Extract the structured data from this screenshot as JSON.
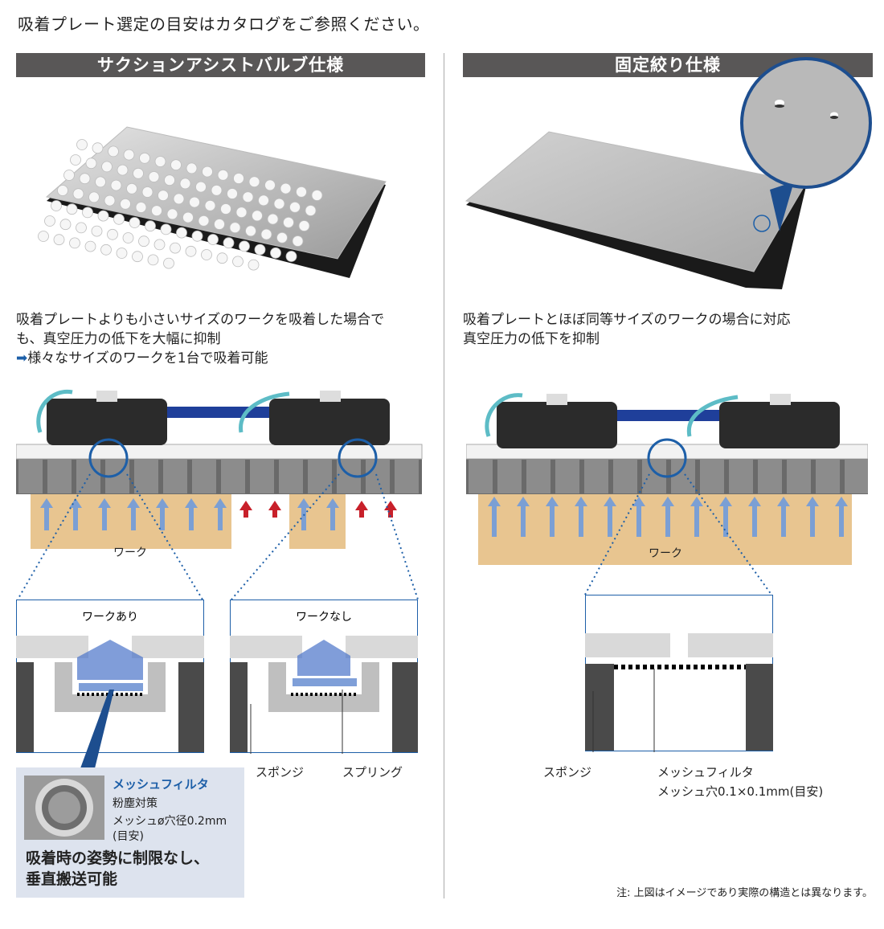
{
  "top_note": "吸着プレート選定の目安はカタログをご参照ください。",
  "left": {
    "header": "サクションアシストバルブ仕様",
    "desc_line1": "吸着プレートよりも小さいサイズのワークを吸着した場合で",
    "desc_line2": "も、真空圧力の低下を大幅に抑制",
    "desc_arrow": "➡",
    "desc_line3": "様々なサイズのワークを1台で吸着可能",
    "work_label": "ワーク",
    "box_with_work": "ワークあり",
    "box_without_work": "ワークなし",
    "sponge_label": "スポンジ",
    "spring_label": "スプリング",
    "callout": {
      "title": "メッシュフィルタ",
      "line1": "粉塵対策",
      "line2": "メッシュø穴径0.2mm",
      "line3": "(目安)",
      "big1": "吸着時の姿勢に制限なし、",
      "big2": "垂直搬送可能"
    }
  },
  "right": {
    "header": "固定絞り仕様",
    "desc_line1": "吸着プレートとほぼ同等サイズのワークの場合に対応",
    "desc_line2": "真空圧力の低下を抑制",
    "work_label": "ワーク",
    "sponge_label": "スポンジ",
    "mesh_label": "メッシュフィルタ",
    "mesh_size": "メッシュ穴0.1×0.1mm(目安)"
  },
  "footnote": "注: 上図はイメージであり実際の構造とは異なります。",
  "colors": {
    "header_bg": "#595757",
    "accent_blue": "#1d5fa8",
    "work_tan": "#e8c590",
    "arrow_blue": "#7b9fd4",
    "arrow_red": "#c8202a",
    "callout_bg": "#dde3ee",
    "dark_block": "#4a4a4a",
    "light_block": "#d9d9d9"
  }
}
